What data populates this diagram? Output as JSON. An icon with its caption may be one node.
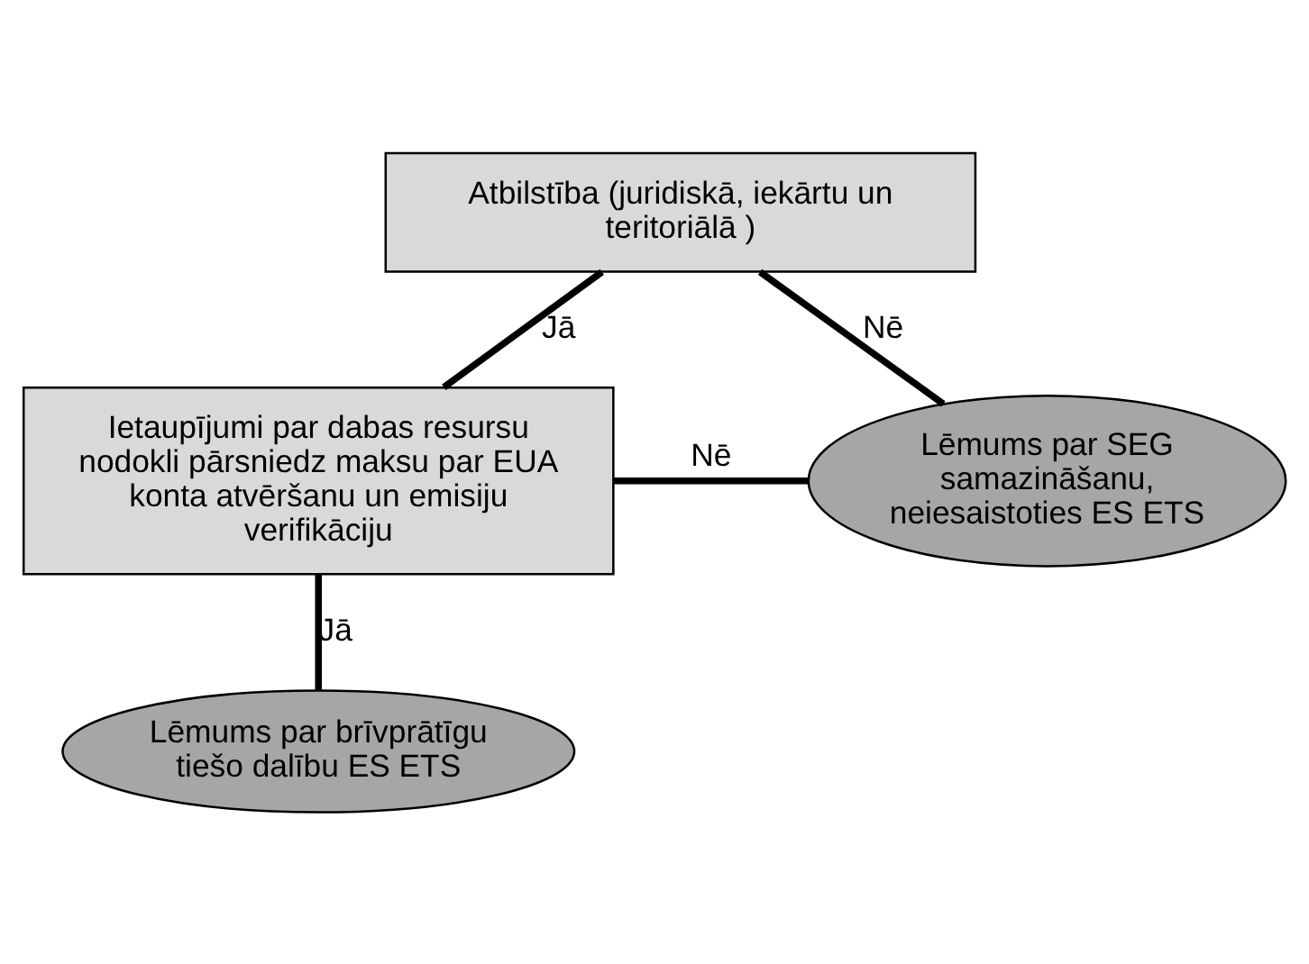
{
  "diagram": {
    "nodes": [
      {
        "text": [
          "Atbilstība (juridiskā, iekārtu un teritoriālā )"
        ]
      },
      {
        "text": [
          "Lēmums par SEG samazināšanu, neiesaistoties ES ETS"
        ]
      },
      {
        "text": [
          "Ietaupījumi par dabas resursu nodokli pārsniedz maksu par EUA konta atvēršanu un emisiju verifikāciju"
        ]
      },
      {
        "text": [
          "Lēmums par brīvprātīgu tiešo dalību ES ETS"
        ]
      }
    ],
    "edges": [
      {
        "from": 0,
        "to": 1,
        "arrow": "none",
        "label": "Nē"
      },
      {
        "from": 0,
        "to": 2,
        "arrow": "none",
        "label": "Jā"
      },
      {
        "from": 2,
        "to": 1,
        "arrow": "none",
        "label": "Nē"
      },
      {
        "from": 2,
        "to": 3,
        "arrow": "none",
        "label": "Jā"
      }
    ]
  }
}
